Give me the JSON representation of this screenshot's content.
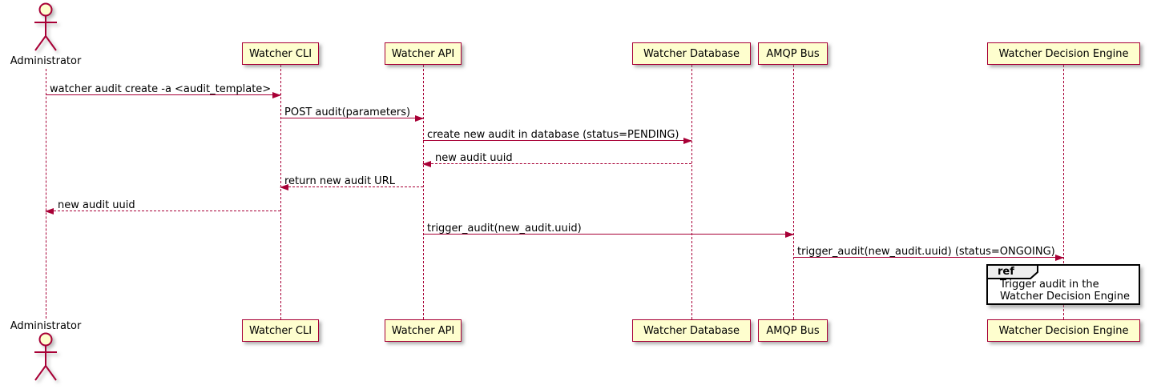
{
  "diagram": {
    "type": "sequence-diagram",
    "colors": {
      "participant_fill": "#FEFECE",
      "participant_border": "#A80036",
      "line_color": "#A80036",
      "text_color": "#000000",
      "ref_fill": "#FFFFFF",
      "ref_border": "#000000",
      "ref_tab_fill": "#EEEEEE",
      "background": "#FFFFFF"
    },
    "participants": [
      {
        "label": "Administrator",
        "kind": "actor"
      },
      {
        "label": "Watcher CLI",
        "kind": "box"
      },
      {
        "label": "Watcher API",
        "kind": "box"
      },
      {
        "label": "Watcher Database",
        "kind": "box"
      },
      {
        "label": "AMQP Bus",
        "kind": "box"
      },
      {
        "label": "Watcher Decision Engine",
        "kind": "box"
      }
    ],
    "messages": [
      {
        "from": "Administrator",
        "to": "Watcher CLI",
        "style": "solid",
        "label": "watcher audit create -a <audit_template>"
      },
      {
        "from": "Watcher CLI",
        "to": "Watcher API",
        "style": "solid",
        "label": "POST audit(parameters)"
      },
      {
        "from": "Watcher API",
        "to": "Watcher Database",
        "style": "solid",
        "label": "create new audit in database (status=PENDING)"
      },
      {
        "from": "Watcher Database",
        "to": "Watcher API",
        "style": "dashed",
        "label": "new audit uuid"
      },
      {
        "from": "Watcher API",
        "to": "Watcher CLI",
        "style": "dashed",
        "label": "return new audit URL"
      },
      {
        "from": "Watcher CLI",
        "to": "Administrator",
        "style": "dashed",
        "label": "new audit uuid"
      },
      {
        "from": "Watcher API",
        "to": "AMQP Bus",
        "style": "solid",
        "label": "trigger_audit(new_audit.uuid)"
      },
      {
        "from": "AMQP Bus",
        "to": "Watcher Decision Engine",
        "style": "solid",
        "label": "trigger_audit(new_audit.uuid) (status=ONGOING)"
      }
    ],
    "ref_fragment": {
      "keyword": "ref",
      "line1": "Trigger audit in the",
      "line2": "Watcher Decision Engine"
    }
  }
}
